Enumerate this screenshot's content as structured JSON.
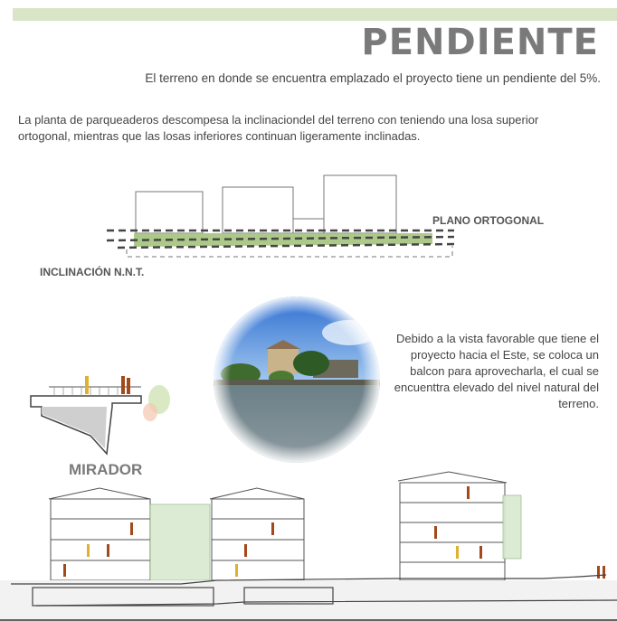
{
  "title": "PENDIENTE",
  "subtitle": "El terreno en donde se encuentra emplazado el proyecto tiene un pendiente del 5%.",
  "paragraph": "La planta de parqueaderos descompesa la inclinaciondel del terreno con teniendo una losa superior ortogonal, mientras que las losas inferiores continuan ligeramente inclinadas.",
  "labels": {
    "plano_ortogonal": "PLANO ORTOGONAL",
    "inclinacion": "INCLINACIÓN N.N.T.",
    "mirador": "MIRADOR"
  },
  "description": "Debido a la vista favorable  que tiene el proyecto hacia el Este, se coloca un balcon  para aprovecharla, el cual se encuenttra elevado del nivel natural del terreno.",
  "colors": {
    "accent_green": "#9ebf74",
    "topbar": "#d9e5c6",
    "title_gray": "#7a7a7a"
  }
}
